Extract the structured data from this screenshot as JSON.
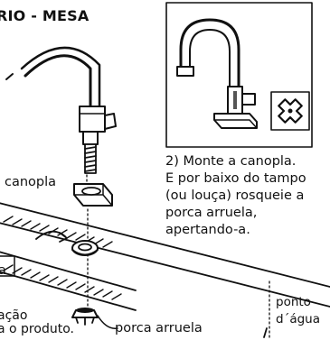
{
  "header": {
    "title": "RIO - MESA"
  },
  "step2": {
    "lines": [
      "2) Monte a canopla.",
      "E por baixo do tampo",
      "(ou louça) rosqueie a",
      "porca arruela,",
      "apertando-a."
    ]
  },
  "labels": {
    "canopla": "canopla",
    "partial_a": "a",
    "acao_line1": "ação",
    "acao_line2": "a o produto.",
    "porca_arruela": "porca arruela",
    "ponto_line1": "ponto",
    "ponto_line2": "d´água"
  },
  "icons": {
    "cross_handle": "cross-handle-icon"
  }
}
